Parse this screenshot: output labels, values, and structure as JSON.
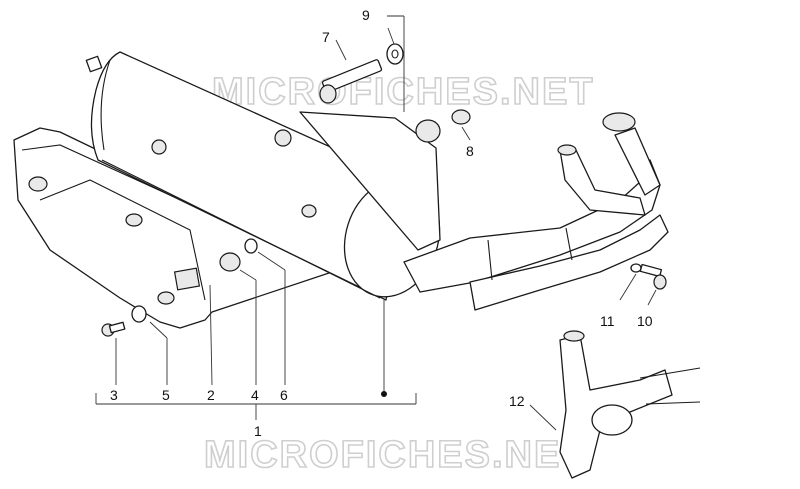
{
  "watermark": {
    "text": "MICROFICHES.NET"
  },
  "callouts": {
    "c1": "1",
    "c2": "2",
    "c3": "3",
    "c4": "4",
    "c5": "5",
    "c6": "6",
    "c7": "7",
    "c8": "8",
    "c9": "9",
    "c10": "10",
    "c11": "11",
    "c12": "12"
  }
}
